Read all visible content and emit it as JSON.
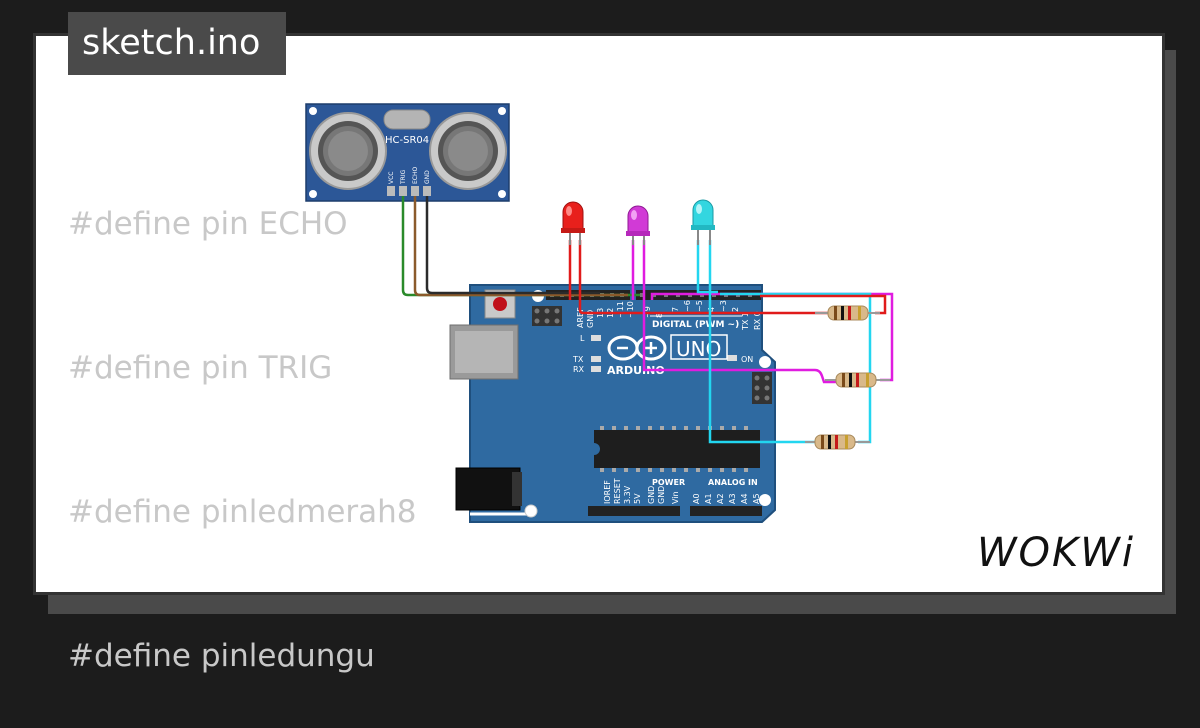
{
  "tab": {
    "filename": "sketch.ino"
  },
  "code": {
    "lines": [
      "#define pin ECHO",
      "#define pin TRIG",
      "#define pinledmerah8",
      "#define pinledungu"
    ]
  },
  "sensor": {
    "model": "HC-SR04",
    "pins": [
      "VCC",
      "TRIG",
      "ECHO",
      "GND"
    ]
  },
  "board": {
    "name": "UNO",
    "brand": "ARDUINO",
    "digital_label": "DIGITAL (PWM ~)",
    "power_label": "POWER",
    "analog_label": "ANALOG IN",
    "led_labels": {
      "l": "L",
      "tx": "TX",
      "rx": "RX",
      "on": "ON"
    },
    "top_pins": [
      "AREF",
      "GND",
      "13",
      "12",
      "~11",
      "~10",
      "~9",
      "8",
      "7",
      "~6",
      "~5",
      "4",
      "~3",
      "2",
      "TX 1",
      "RX 0"
    ],
    "power_pins": [
      "IOREF",
      "RESET",
      "3.3V",
      "5V",
      "GND",
      "GND",
      "Vin"
    ],
    "analog_pins": [
      "A0",
      "A1",
      "A2",
      "A3",
      "A4",
      "A5"
    ]
  },
  "leds": [
    {
      "color": "red",
      "hex": "#e8201c"
    },
    {
      "color": "magenta",
      "hex": "#d13ad6"
    },
    {
      "color": "cyan",
      "hex": "#33d6e0"
    }
  ],
  "resistor_count": 3,
  "wire_colors": {
    "trig": "#2a8a2a",
    "echo": "#8b5a2b",
    "gnd": "#2b2b2b",
    "red": "#e01b1b",
    "magenta": "#e01ce0",
    "cyan": "#22d6f0"
  },
  "logo": {
    "text": "WOKWi"
  }
}
